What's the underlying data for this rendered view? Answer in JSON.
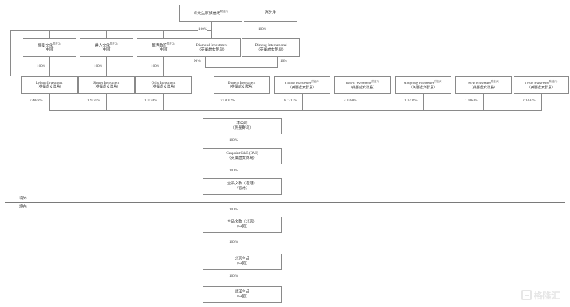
{
  "diagram": {
    "title": "Corporate Shareholding Structure Chart",
    "zones": {
      "offshore_label": "境外",
      "onshore_label": "境內"
    },
    "nodes": {
      "trust": {
        "line1": "肖先生家族信託",
        "note": "附註(1)",
        "line2": ""
      },
      "mr_xiao": {
        "line1": "肖先生",
        "note": "",
        "line2": ""
      },
      "leheng_culture": {
        "line1": "樂衡文化",
        "note": "附註(2)",
        "line2": "（中國）"
      },
      "shuren_culture": {
        "line1": "書人文化",
        "note": "附註(2)",
        "line2": "（中國）"
      },
      "longxiu_edu": {
        "line1": "龍秀教育",
        "note": "附註(2)",
        "line2": "（中國）"
      },
      "diamond_investment": {
        "line1": "Diamond Investment",
        "note": "",
        "line2": "（英屬處女群島）"
      },
      "dimeng_international": {
        "line1": "Dimeng International",
        "note": "",
        "line2": "（英屬處女群島）"
      },
      "leheng_investment": {
        "line1": "Leheng Investment",
        "note": "",
        "line2": "（英屬處女群島）"
      },
      "shuren_investment": {
        "line1": "Shuren Investment",
        "note": "",
        "line2": "（英屬處女群島）"
      },
      "osho_investment": {
        "line1": "Osho Investment",
        "note": "",
        "line2": "（英屬處女群島）"
      },
      "dimeng_investment": {
        "line1": "Dimeng Investment",
        "note": "",
        "line2": "（英屬處女群島）"
      },
      "choice_investment": {
        "line1": "Choice Investment",
        "note": "附註(3)",
        "line2": "（英屬處女群島）"
      },
      "reach_investment": {
        "line1": "Reach Investment",
        "note": "附註(3)",
        "line2": "（英屬處女群島）"
      },
      "rongtong_investment": {
        "line1": "Rongtong Investment",
        "note": "附註(3)",
        "line2": "（英屬處女群島）"
      },
      "nice_investment": {
        "line1": "Nice Investment",
        "note": "附註(3)",
        "line2": "（英屬處女群島）"
      },
      "great_investment": {
        "line1": "Great Investment",
        "note": "附註(3)",
        "line2": "（英屬處女群島）"
      },
      "company": {
        "line1": "本公司",
        "note": "",
        "line2": "（開曼群島）"
      },
      "canpoint_bvi": {
        "line1": "Canpoint C&E (BVI)",
        "note": "",
        "line2": "（英屬處女群島）"
      },
      "quanpin_hk": {
        "line1": "全品文教（香港）",
        "note": "",
        "line2": "（香港）"
      },
      "quanpin_bj": {
        "line1": "全品文教（北京）",
        "note": "",
        "line2": "（中國）"
      },
      "beijing_quanpin": {
        "line1": "北京全品",
        "note": "",
        "line2": "（中國）"
      },
      "wuhan_quanpin": {
        "line1": "武漢全品",
        "note": "",
        "line2": "（中國）"
      }
    },
    "percentages": {
      "trust_to_diamond": "100%",
      "xiao_to_dimeng_intl": "100%",
      "leheng_culture_down": "100%",
      "shuren_culture_down": "100%",
      "longxiu_edu_down": "100%",
      "diamond_to_dimeng_inv": "90%",
      "dimeng_intl_to_dimeng_inv": "10%",
      "leheng_investment_share": "7.4876%",
      "shuren_investment_share": "1.9521%",
      "osho_investment_share": "1.2034%",
      "dimeng_investment_share": "71.8012%",
      "choice_investment_share": "8.7311%",
      "reach_investment_share": "4.3588%",
      "rongtong_investment_share": "1.2702%",
      "nice_investment_share": "1.0863%",
      "great_investment_share": "2.1393%",
      "company_to_canpoint": "100%",
      "canpoint_to_hk": "100%",
      "hk_to_bj": "100%",
      "bj_to_beijing": "100%",
      "beijing_to_wuhan": "100%"
    },
    "watermark": {
      "text": "格隆汇",
      "icon": "gelonghui-logo-icon"
    }
  }
}
